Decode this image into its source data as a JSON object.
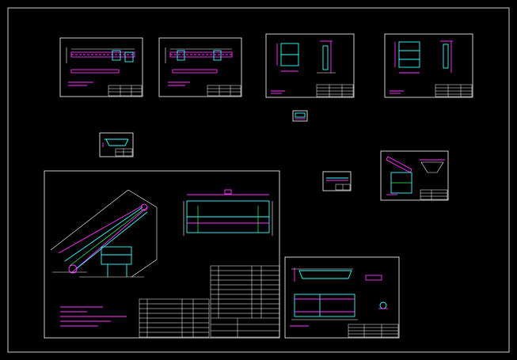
{
  "viewer": {
    "background": "#000000",
    "frame_color": "#ffffff",
    "accent_magenta": "#ff33ff",
    "accent_cyan": "#33ffff",
    "accent_green": "#33ff66"
  },
  "sheets": [
    {
      "id": "sheet-top-1"
    },
    {
      "id": "sheet-top-2"
    },
    {
      "id": "sheet-top-3"
    },
    {
      "id": "sheet-top-4"
    },
    {
      "id": "sheet-small-left"
    },
    {
      "id": "sheet-tiny-center"
    },
    {
      "id": "sheet-small-mid"
    },
    {
      "id": "sheet-right-mid"
    },
    {
      "id": "sheet-main-assembly"
    },
    {
      "id": "sheet-bottom-right"
    }
  ]
}
